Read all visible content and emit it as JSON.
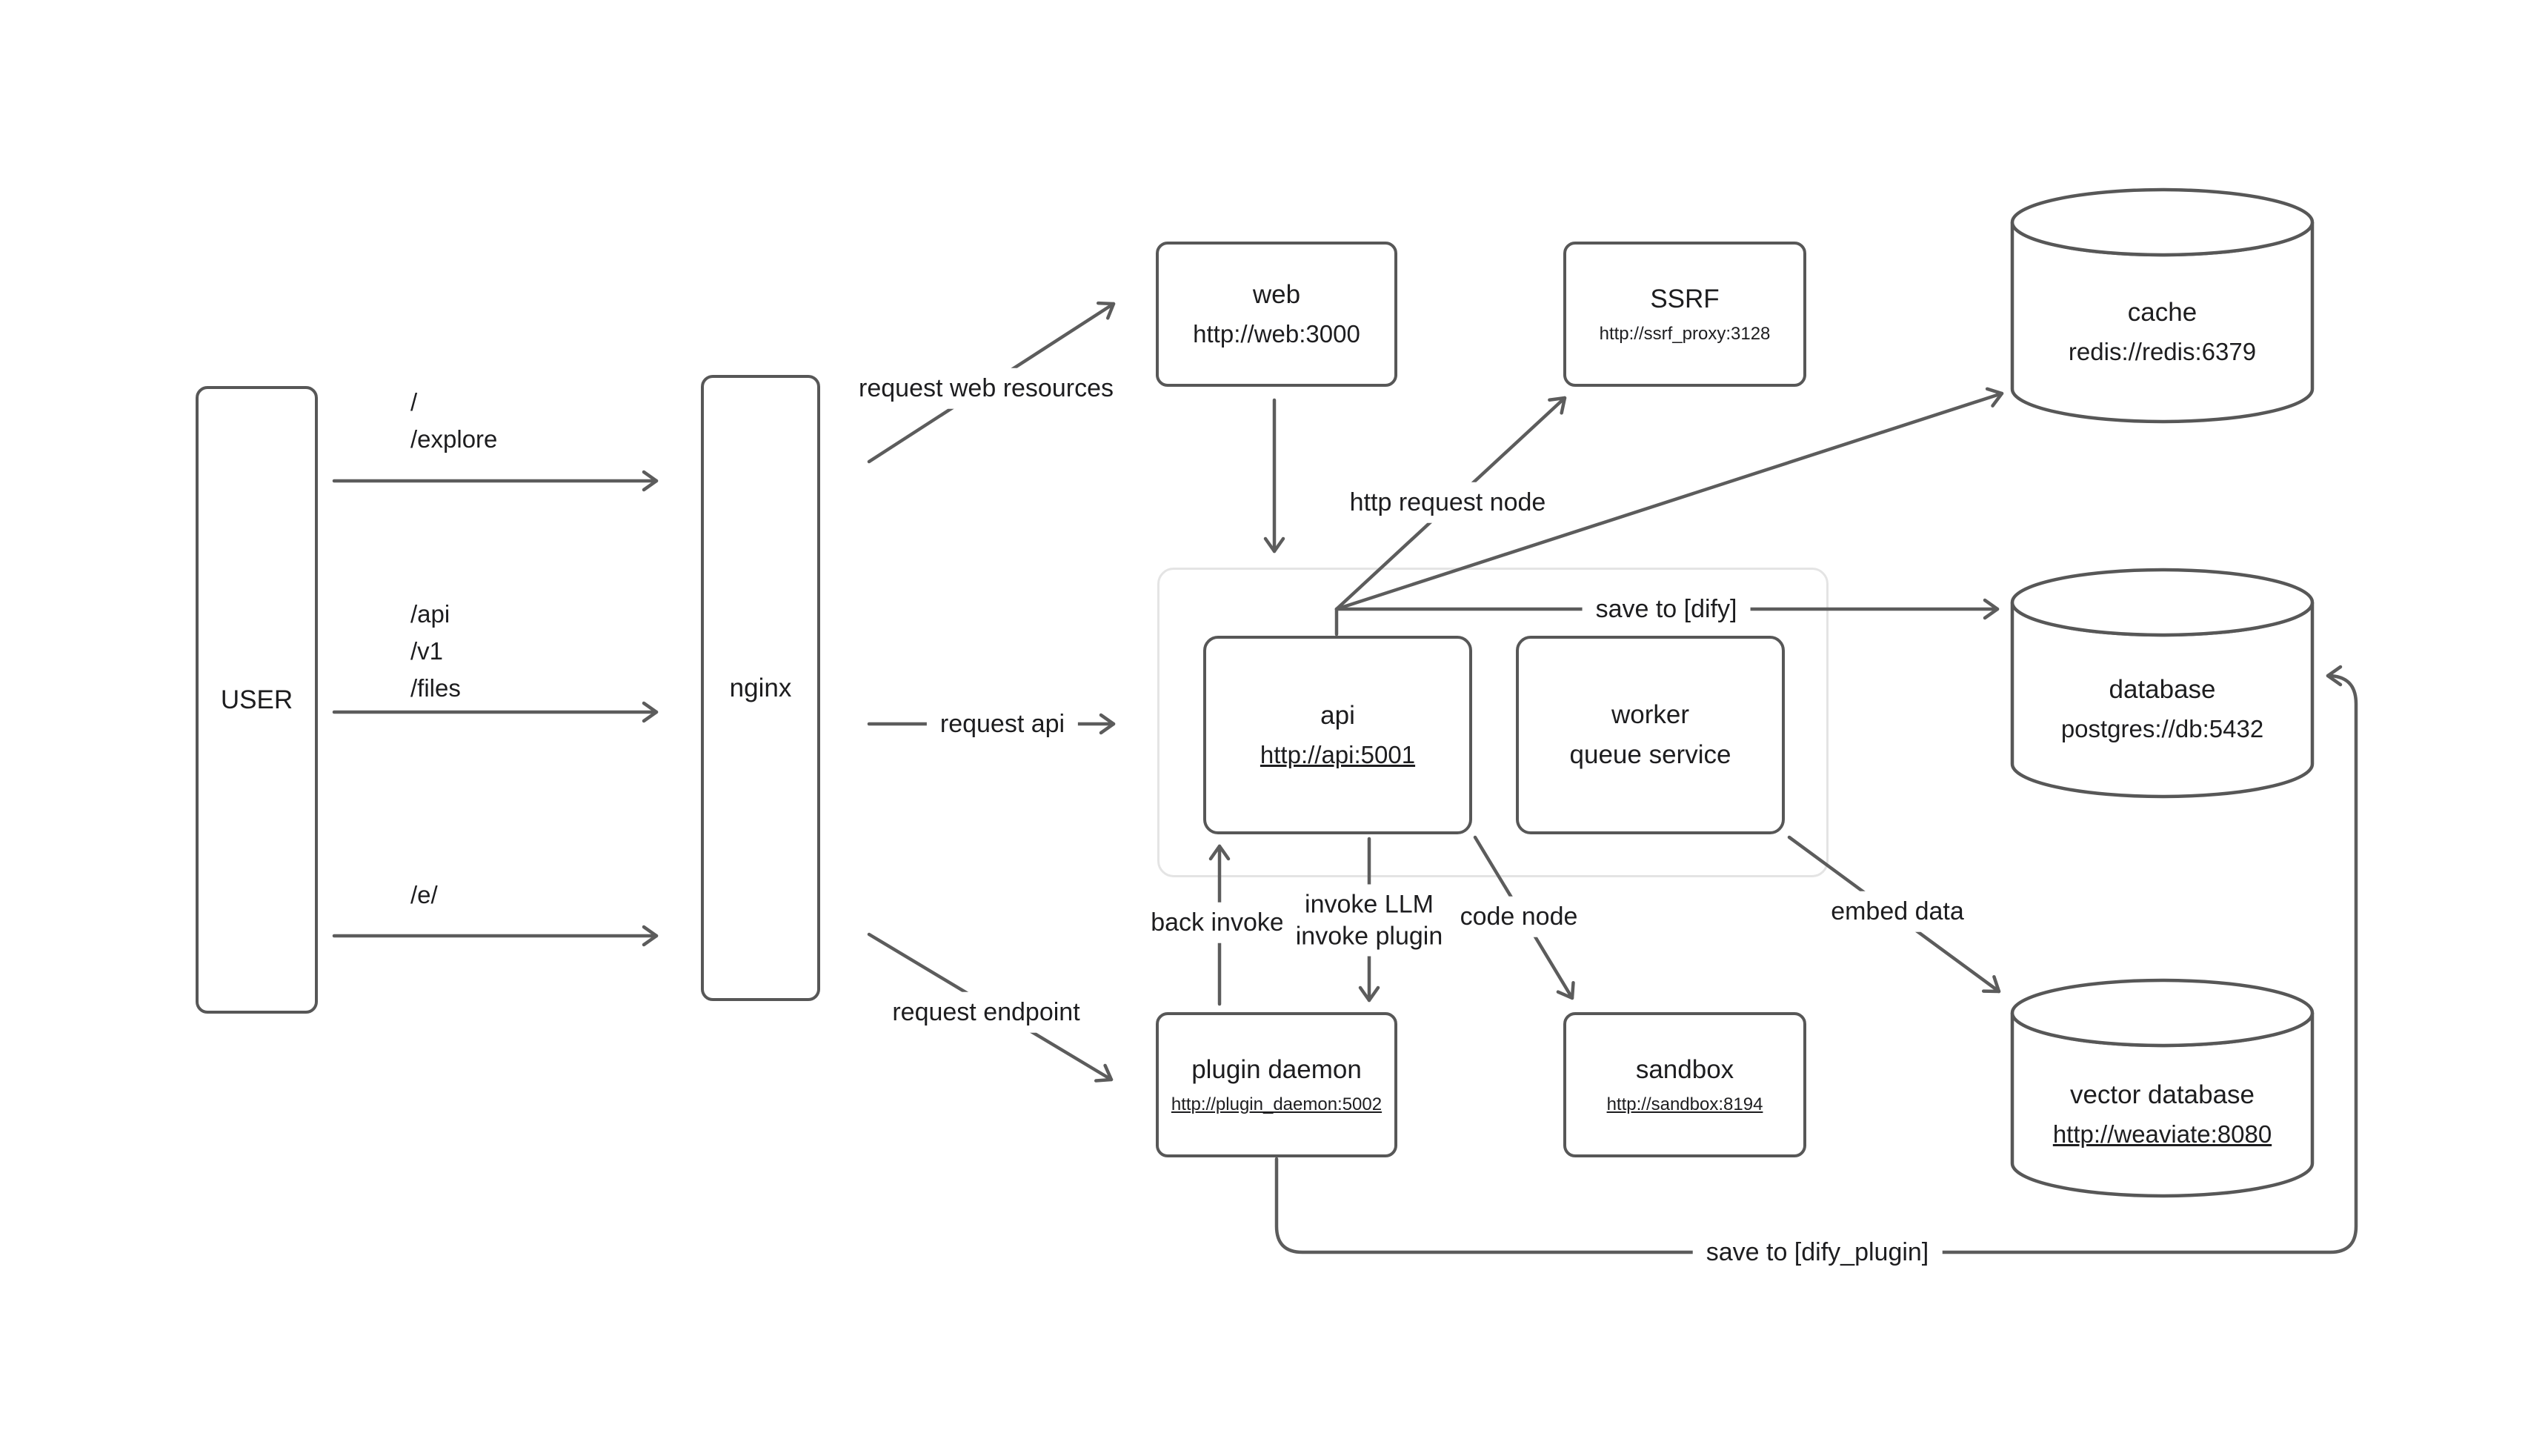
{
  "diagram": {
    "colors": {
      "stroke": "#5c5c5c",
      "node_border": "#575757",
      "text": "#1d1d1f",
      "group_border": "#e4e4e4"
    },
    "nodes": {
      "user": {
        "label": "USER"
      },
      "nginx": {
        "label": "nginx"
      },
      "web": {
        "label": "web",
        "url": "http://web:3000"
      },
      "ssrf": {
        "label": "SSRF",
        "url": "http://ssrf_proxy:3128"
      },
      "cache": {
        "label": "cache",
        "url": "redis://redis:6379"
      },
      "api": {
        "label": "api",
        "url": "http://api:5001"
      },
      "worker": {
        "label": "worker",
        "sublabel": "queue service"
      },
      "database": {
        "label": "database",
        "url": "postgres://db:5432"
      },
      "plugin_daemon": {
        "label": "plugin daemon",
        "url": "http://plugin_daemon:5002"
      },
      "sandbox": {
        "label": "sandbox",
        "url": "http://sandbox:8194"
      },
      "vector_database": {
        "label": "vector database",
        "url": "http://weaviate:8080"
      }
    },
    "edge_labels": {
      "user_paths_top": [
        "/",
        "/explore"
      ],
      "user_paths_mid": [
        "/api",
        "/v1",
        "/files"
      ],
      "user_paths_bottom": [
        "/e/"
      ],
      "request_web_resources": "request web resources",
      "request_api": "request api",
      "request_endpoint": "request endpoint",
      "http_request_node": "http request node",
      "save_to_dify": "save to [dify]",
      "back_invoke": "back invoke",
      "invoke_llm": "invoke LLM",
      "invoke_plugin": "invoke plugin",
      "code_node": "code node",
      "embed_data": "embed data",
      "save_to_dify_plugin": "save to [dify_plugin]"
    }
  }
}
